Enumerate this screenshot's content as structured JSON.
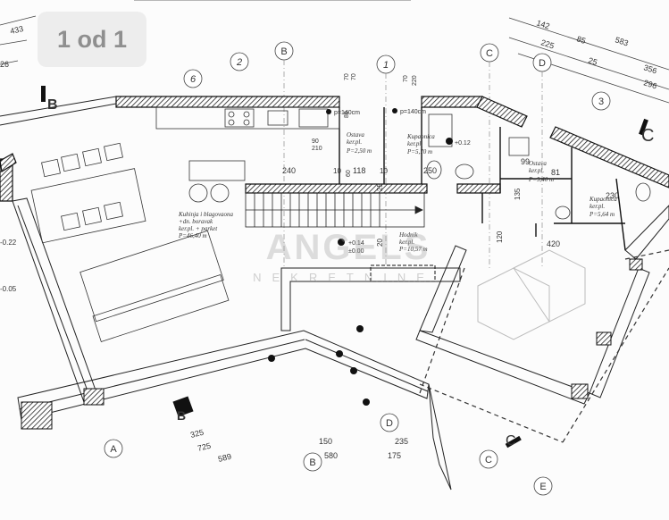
{
  "viewer": {
    "page_indicator": "1 od 1"
  },
  "watermark": {
    "brand": "ANGELS",
    "sub": "NEKRETNINE"
  },
  "plan": {
    "grid_labels": {
      "b_top": "B",
      "n2": "2",
      "n1": "1",
      "c_top": "C",
      "d_top": "D",
      "n6": "6",
      "n3": "3",
      "a_bot": "A",
      "b_bot": "B",
      "c_bot": "C",
      "d_bot": "D",
      "e_bot": "E"
    },
    "section_markers": {
      "sec_b_top": "B",
      "sec_b_bot": "B",
      "sec_c_top": "C",
      "sec_c_bot": "C"
    },
    "rooms": {
      "kitchen": [
        "Kuhinja i blagovaona",
        "+dn. boravak",
        "ker.pl. + parket",
        "P=46,40 m"
      ],
      "ostava1": [
        "Ostava",
        "ker.pl.",
        "P=2,50 m"
      ],
      "kupaonica1": [
        "Kupaonica",
        "ker.pl.",
        "P=5,70 m"
      ],
      "hodnik": [
        "Hodnik",
        "ker.pl.",
        "P=10,57 m"
      ],
      "ostava2": [
        "Ostava",
        "ker.pl.",
        "P=5,40 m"
      ],
      "kupaonica2": [
        "Kupaonica",
        "ker.pl.",
        "P=5,64 m"
      ]
    },
    "dims": {
      "top1": "433",
      "top2": "26",
      "top3": "142",
      "top4": "225",
      "top5": "85",
      "top6": "583",
      "top7": "25",
      "top8": "356",
      "top9": "296",
      "d240": "240",
      "d10a": "10",
      "d118": "118",
      "d10b": "10",
      "d250": "250",
      "d90": "90",
      "d210": "210",
      "d80": "80",
      "d60": "60",
      "d70a": "70",
      "d70b": "70",
      "d70c": "70",
      "d220": "220",
      "d25": "25",
      "d20": "20",
      "d120": "120",
      "d420": "420",
      "d99": "99",
      "d81": "81",
      "d230": "230",
      "d135": "135",
      "b325": "325",
      "b725": "725",
      "b589": "589",
      "b150": "150",
      "b235": "235",
      "b580": "580",
      "b175": "175",
      "lv1": "+0.12",
      "lv2": "+0.14",
      "lv3": "±0.00",
      "p140a": "p=140cm",
      "p140b": "p=140cm",
      "side1": "-0.05",
      "side2": "-0.22"
    }
  }
}
